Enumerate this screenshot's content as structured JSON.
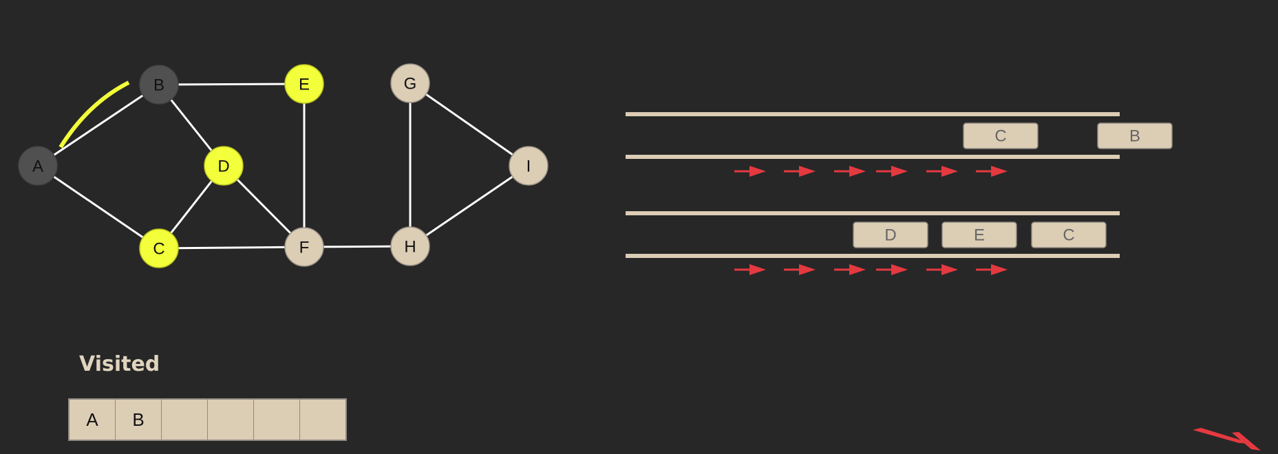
{
  "colors": {
    "background": "#272727",
    "edge": "#ffffff",
    "visited_node": "#505050",
    "frontier_node": "#f2ff3a",
    "unvisited_node": "#dccdb5",
    "highlight_arc": "#f2ff3a",
    "queue_rail": "#dccdb5",
    "queue_item": "#dccdb5",
    "arrow": "#e53940"
  },
  "graph": {
    "nodes": [
      {
        "id": "A",
        "label": "A",
        "state": "visited"
      },
      {
        "id": "B",
        "label": "B",
        "state": "visited"
      },
      {
        "id": "C",
        "label": "C",
        "state": "frontier"
      },
      {
        "id": "D",
        "label": "D",
        "state": "frontier"
      },
      {
        "id": "E",
        "label": "E",
        "state": "frontier"
      },
      {
        "id": "F",
        "label": "F",
        "state": "unvisited"
      },
      {
        "id": "G",
        "label": "G",
        "state": "unvisited"
      },
      {
        "id": "H",
        "label": "H",
        "state": "unvisited"
      },
      {
        "id": "I",
        "label": "I",
        "state": "unvisited"
      }
    ],
    "edges": [
      [
        "A",
        "B"
      ],
      [
        "A",
        "C"
      ],
      [
        "B",
        "E"
      ],
      [
        "B",
        "D"
      ],
      [
        "D",
        "C"
      ],
      [
        "D",
        "F"
      ],
      [
        "C",
        "F"
      ],
      [
        "E",
        "F"
      ],
      [
        "F",
        "H"
      ],
      [
        "G",
        "H"
      ],
      [
        "G",
        "I"
      ],
      [
        "H",
        "I"
      ]
    ],
    "highlighted_edge": [
      "A",
      "B"
    ]
  },
  "queues": [
    {
      "items": [
        "C",
        "B"
      ]
    },
    {
      "items": [
        "D",
        "E",
        "C"
      ]
    }
  ],
  "visited": {
    "title": "Visited",
    "cells": [
      "A",
      "B",
      "",
      "",
      "",
      ""
    ]
  }
}
